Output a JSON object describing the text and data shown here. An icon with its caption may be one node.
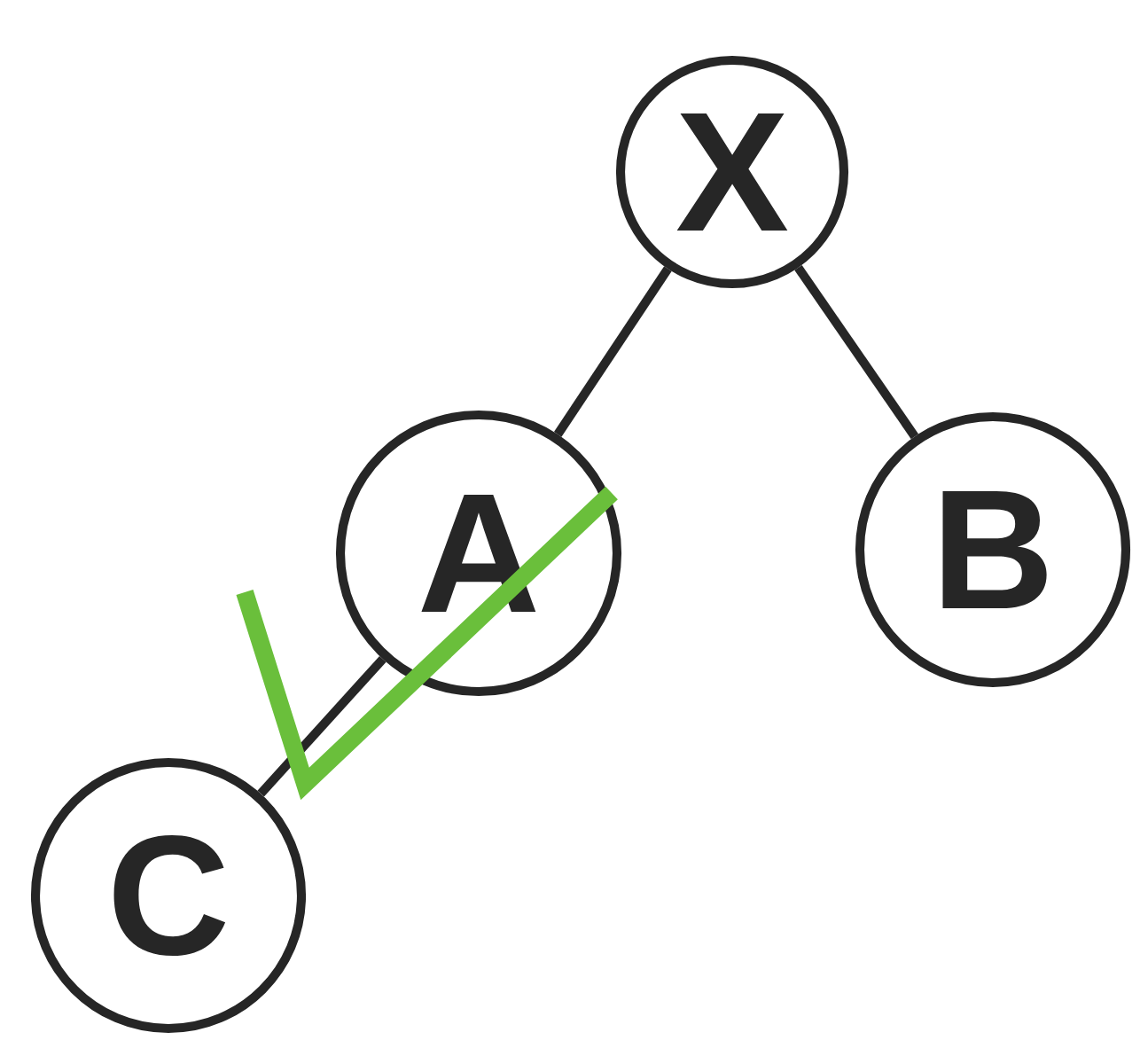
{
  "diagram": {
    "nodes": [
      {
        "text": [
          "X"
        ]
      },
      {
        "text": [
          "A"
        ]
      },
      {
        "text": [
          "B"
        ]
      },
      {
        "text": [
          "C"
        ]
      }
    ],
    "edges": [
      {
        "from": 0,
        "to": 1,
        "arrow": "none"
      },
      {
        "from": 0,
        "to": 2,
        "arrow": "none"
      },
      {
        "from": 1,
        "to": 3,
        "arrow": "none"
      }
    ]
  }
}
